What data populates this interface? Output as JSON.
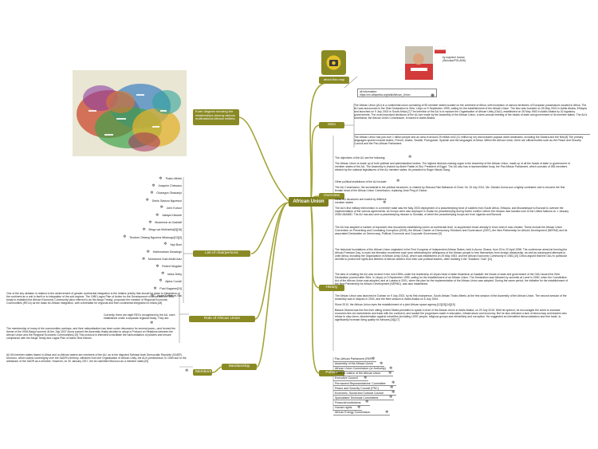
{
  "center": {
    "title": "African Union"
  },
  "about": {
    "label": "about this map",
    "author": "by wojciech bocian (Wroclaw/POLAND)",
    "source_label": "all information:",
    "source_url": "https://en.wikipedia.org/wiki/African_Union"
  },
  "euler": {
    "label": "Euler diagram showing the relationships among various multinational African entities"
  },
  "branches": {
    "intro": "Intro",
    "overview": "Overview",
    "history": "History",
    "politics": "Politics",
    "chairpersons": "List of chairpersons",
    "role": "Role of African Union",
    "membership": "Membership",
    "members": "Members"
  },
  "intro_texts": [
    "The African Union (AU) is a continental union consisting of 55 member states located on the continent of Africa, with exception of various territories of European possessions located in Africa. The AU was announced in the Sirte Declaration in Sirte, Libya on 9 September 1999, calling for the establishment of the African Union. The bloc was founded on 26 May 2001 in Addis Ababa, Ethiopia and launched on 9 July 2002 in South Africa.[7] The intention of the AU is to replace the Organisation of African Unity (OAU), established on 25 May 1963 in Addis Ababa by 32 signatory governments. The most important decisions of the AU are made by the Assembly of the African Union, a semi-annual meeting of the heads of state and government of its member states. The AU's secretariat, the African Union Commission, is based in Addis Ababa.",
    "The African Union has just over 1 billion people and an area of around 29 million km2 (11 million sq mi) and includes popular world landmarks, including the Sahara and the Nile.[8] The primary languages spoken include Arabic, French, Arabic, Swahili, Portuguese, Spanish and the languages of Africa. Within the African Union, there are official bodies such as the Peace and Security Council and the Pan-African Parliament."
  ],
  "overview_items": [
    "The objectives of the AU are the following:",
    "The African Union is made up of both political and administrative bodies. The highest decision-making organ is the Assembly of the African Union, made up of all the heads of state or government of member states of the AU. The Assembly is chaired by Abdel Fattah el-Sisi, President of Egypt. The AU also has a representative body, the Pan African Parliament, which consists of 265 members elected by the national legislatures of the AU member states. Its president is Roger Nkodo Dang.",
    "Other political institutions of the AU include:",
    "The AU Commission, the secretariat to the political structures, is chaired by Moussa Faki Mahamat of Chad. On 15 July 2012, Ms. Dlamini-Zuma won a tightly contested vote to become the first female head of the African Union Commission, replacing Jean Ping of Gabon.",
    "Other AU structures are hosted by different member states:",
    "The AU's first military intervention in a member state was the May 2003 deployment of a peacekeeping force of soldiers from South Africa, Ethiopia, and Mozambique to Burundi to oversee the implementation of the various agreements. AU troops were also deployed in Sudan for peacekeeping during Darfur conflict, before the mission was handed over to the United Nations on 1 January 2008 UNAMID. The AU has also sent a peacekeeping mission to Somalia, of which the peacekeeping troops are from Uganda and Burundi.",
    "The AU has adopted a number of important new documents establishing norms at continental level, to supplement those already in force when it was created. These include the African Union Convention on Preventing and Combating Corruption (2003), the African Charter on Democracy, Elections and Governance (2007), the New Partnership for Africa's Development (NEPAD) and its associated Declaration on Democracy, Political, Economic and Corporate Governance.[9]"
  ],
  "history_texts": [
    "The historical foundations of the African Union originated in the First Congress of Independent African States, held in Accra, Ghana, from 15 to 22 April 1958. The conference aimed at forming the African Freedom Day, to mark the liberation movement each year celebrating the willingness of the African people to free themselves from foreign dictatorship, as well as subsequent attempts to unite Africa, including the Organization of African Unity (OAU), which was established on 25 May 1963, and the African Economic Community in 1981.[10] Critics argued that the OAU in particular did little to protect the rights and liberties of African citizens from their own political leaders, often dubbing it the \"Dictators' Club\".[11]",
    "The idea of creating the AU was revived in the mid-1990s under the leadership of Libyan head of state Muammar al-Gaddafi: the heads of state and government of the OAU issued the Sirte Declaration (named after Sirte, in Libya) on 9 September 1999, calling for the establishment of an African Union. The Declaration was followed by summits at Lomé in 2000, when the Constitutive Act of the African Union was adopted, and at Lusaka in 2001, when the plan for the implementation of the African Union was adopted. During the same period, the initiative for the establishment of the New Partnership for Africa's Development (NEPAD), was also established.",
    "The African Union was launched in Durban on 9 July 2002, by its first chairperson, South African Thabo Mbeki, at the first session of the Assembly of the African Union. The second session of the Assembly was in Maputo in 2003, and the third session in Addis Ababa on 6 July 2004.",
    "Since 2010, the African Union eyes the establishment of a joint African space agency.[12][13][14][15]",
    "Barack Obama was the first ever sitting United States president to speak in front of the African Union in Addis Ababa, on 29 July 2015. With his speech, he encouraged the world to increase economic ties via investments and trade with the continent, and lauded the progresses made in education, infrastructure and economy. But he also criticised a lack of democracy and leaders who refuse to step down, discrimination against minorities (including LGBT people, religious groups and ethnicities) and corruption. He suggested an intensified democratization and free trade, to significantly increase living quality for Africans.[16][17]"
  ],
  "politics_items": [
    "Pan-African Parliament (PAP)",
    "Assembly of the African Union",
    "African Union Commission (or Authority)",
    "Court of Justice of the African Union",
    "Executive Council",
    "Permanent Representatives' Committee",
    "Peace and Security Council (PSC)",
    "Economic, Social and Cultural Council",
    "Specialised Technical Committees",
    "Financial institutions",
    "Human rights",
    "African Energy Commission"
  ],
  "chairpersons": [
    "Thabo Mbeki",
    "Joaquim Chissano",
    "Olusegun Obasanjo",
    "Denis Sassou Nguesso",
    "John Kufuor",
    "Jakaya Kikwete",
    "Muammar al-Gaddafi",
    "Bingu wa Mutharika[3][18]",
    "Teodoro Obiang Nguema Mbasogo[22][3]",
    "Yayi Boni",
    "Hailemariam Desalegn",
    "Mohamed Ould Abdel Aziz",
    "Robert Mugabe",
    "Idriss Déby",
    "Alpha Condé",
    "Paul Kagame[24]",
    "Abdel Fattah el-Sisi"
  ],
  "role_texts": [
    "One of the key debates in relation to the achievement of greater continental integration is the relative priority that should be given to integration of the continent as a unit in itself or to integration of the sub-regions. The 1980 Lagos Plan of Action for the Development of Africa and the 1991 treaty to establish the African Economic Community (also referred to as the Abuja Treaty), proposed the creation of Regional Economic Communities (RECs) as the basis for African integration, with a timetable for regional and then continental integration to follow.[18]",
    "Currently, there are eight RECs recognised by the AU, each established under a separate regional treaty. They are:",
    "The membership of many of the communities overlaps, and their rationalisation has been under discussion for several years—and formed the theme of the 2006 Banjul summit. At the July 2007 Accra summit the Assembly finally decided to adopt a Protocol on Relations between the African Union and the Regional Economic Communities.[19] This protocol is intended to facilitate the harmonisation of policies and ensure compliance with the Abuja Treaty and Lagos Plan of Action time frames."
  ],
  "membership_text": "All UN member states based in Africa and on African waters are members of the AU, as is the disputed Sahrawi Arab Democratic Republic (SADR). Morocco, which claims sovereignty over the SADR's territory, withdrew from the Organisation of African Unity, the AU's predecessor, in 1984 due to the admission of the SADR as a member. However, on 30 January 2017, the AU admitted Morocco as a member state.[20]",
  "colors": {
    "node": "#8a8a25",
    "center": "#7e7e1e",
    "line": "#8c8c8c",
    "branch_line": "#a5a53a"
  }
}
